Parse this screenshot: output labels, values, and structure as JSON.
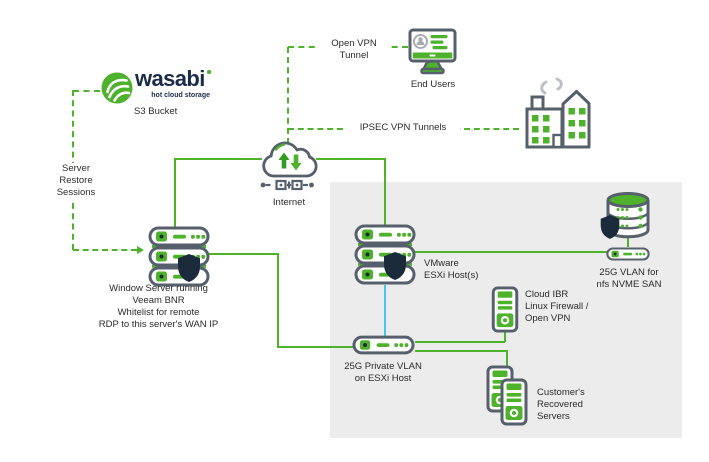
{
  "colors": {
    "green": "#4FB22C",
    "green_dark": "#2F9E1E",
    "slate": "#55606C",
    "shield": "#1C2B3C",
    "cyan": "#45C6F2",
    "panel": "#ECECEC",
    "brand_navy": "#1A2B49",
    "smoke_gray": "#BCC0C4"
  },
  "brand": {
    "name": "wasabi",
    "tagline": "hot cloud storage",
    "bucket_label": "S3 Bucket"
  },
  "labels": {
    "server_restore": "Server\nRestore\nSessions",
    "open_vpn": "Open VPN\nTunnel",
    "ipsec": "IPSEC VPN Tunnels",
    "end_users": "End Users",
    "internet": "Internet",
    "veeam_server": "Window Server running\nVeeam BNR\nWhitelist for remote\nRDP to this server's WAN IP",
    "vmware": "VMware\nESXi Host(s)",
    "nvme_san": "25G VLAN for\nnfs NVME SAN",
    "private_vlan": "25G Private VLAN\non ESXi Host",
    "cloud_ibr": "Cloud IBR\nLinux Firewall /\nOpen VPN",
    "recovered": "Customer's\nRecovered\nServers"
  }
}
